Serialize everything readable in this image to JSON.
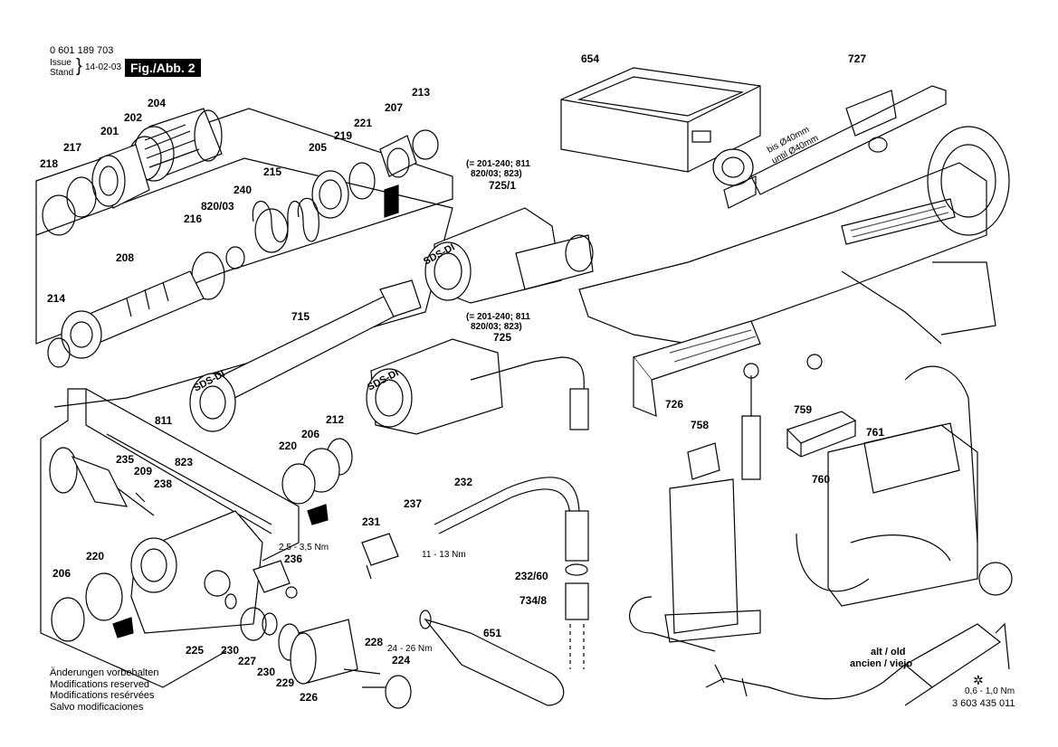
{
  "header": {
    "doc_number": "0 601 189 703",
    "issue_label": "Issue",
    "stand_label": "Stand",
    "date": "14-02-03",
    "figure_label": "Fig./Abb. 2"
  },
  "parts": {
    "p654": "654",
    "p727": "727",
    "p213": "213",
    "p204": "204",
    "p207": "207",
    "p202": "202",
    "p221": "221",
    "p201": "201",
    "p219": "219",
    "p217": "217",
    "p205": "205",
    "p218": "218",
    "p215": "215",
    "p240": "240",
    "p820_03": "820/03",
    "p216": "216",
    "p208": "208",
    "p214": "214",
    "p725_1": "725/1",
    "p715": "715",
    "p725": "725",
    "p726": "726",
    "p811": "811",
    "p212": "212",
    "p206a": "206",
    "p220a": "220",
    "p235": "235",
    "p209": "209",
    "p823": "823",
    "p238": "238",
    "p232": "232",
    "p237": "237",
    "p231": "231",
    "p236": "236",
    "p220b": "220",
    "p206b": "206",
    "p232_60": "232/60",
    "p734_8": "734/8",
    "p651": "651",
    "p225": "225",
    "p230a": "230",
    "p227": "227",
    "p230b": "230",
    "p229": "229",
    "p226": "226",
    "p228": "228",
    "p224": "224",
    "p759": "759",
    "p758": "758",
    "p761": "761",
    "p760": "760"
  },
  "notes": {
    "compat_725_1_a": "(= 201-240; 811",
    "compat_725_1_b": "820/03; 823)",
    "compat_725_a": "(= 201-240; 811",
    "compat_725_b": "820/03; 823)",
    "sds_di_1": "SDS-DI",
    "sds_di_2": "SDS-DI",
    "sds_di_3": "SDS-DI",
    "bis_40": "bis Ø40mm",
    "until_40": "until Ø40mm",
    "torque_236": "2,5 - 3,5 Nm",
    "torque_237": "11 - 13 Nm",
    "torque_224": "24 - 26 Nm",
    "alt_old": "alt / old",
    "ancien_viejo": "ancien / viejo",
    "torque_screw": "0,6 - 1,0 Nm",
    "ref_number": "3 603 435 011"
  },
  "footer": {
    "line1": "Änderungen vorbehalten",
    "line2": "Modifications reserved",
    "line3": "Modifications resérvées",
    "line4": "Salvo modificaciones"
  },
  "style": {
    "ink": "#000000",
    "paper": "#ffffff",
    "hatch": "#555555"
  }
}
